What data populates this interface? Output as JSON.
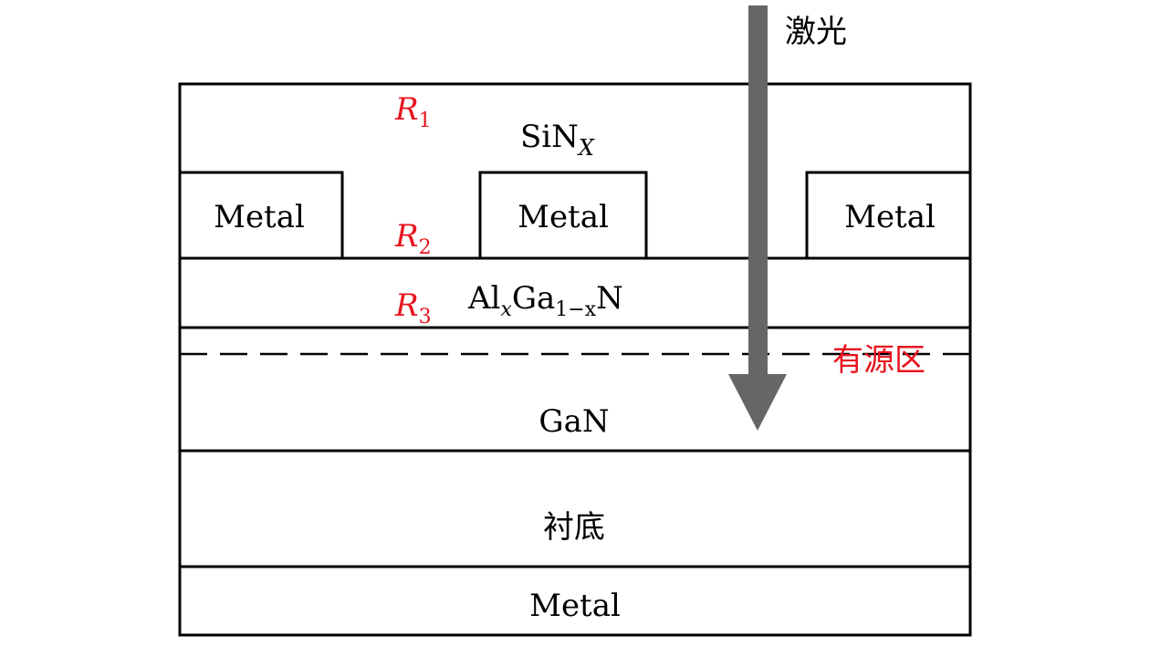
{
  "laser": {
    "label": "激光"
  },
  "layers": {
    "passivation": {
      "base": "SiN",
      "sub": "X"
    },
    "metal_contacts": [
      "Metal",
      "Metal",
      "Metal"
    ],
    "barrier": {
      "p1": "Al",
      "s1": "x",
      "p2": "Ga",
      "s2": "1−x",
      "p3": "N"
    },
    "active_region": "有源区",
    "channel": "GaN",
    "substrate": "衬底",
    "back_metal": "Metal"
  },
  "reflections": [
    {
      "base": "R",
      "sub": "1"
    },
    {
      "base": "R",
      "sub": "2"
    },
    {
      "base": "R",
      "sub": "3"
    }
  ],
  "colors": {
    "outline": "#000000",
    "arrow": "#666666",
    "annotation": "#e8141e"
  }
}
